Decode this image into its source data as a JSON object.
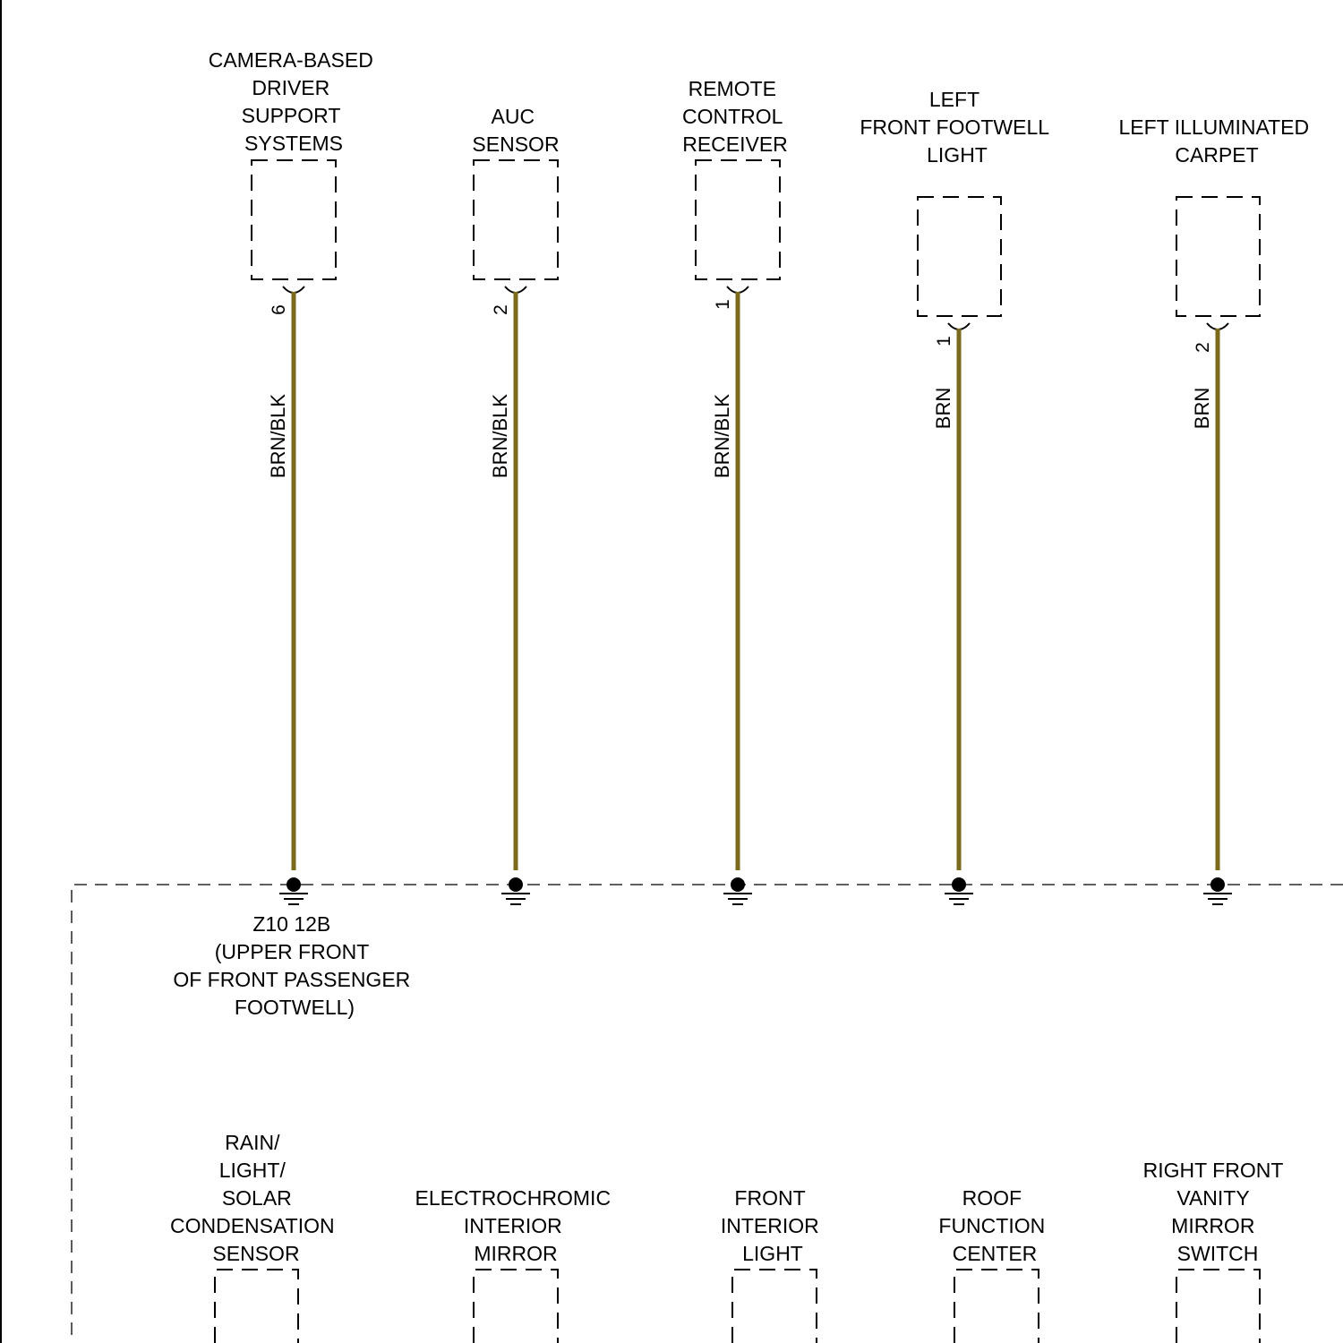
{
  "colors": {
    "wire": "#7a6a1c",
    "ink": "#000000"
  },
  "components_top": [
    {
      "id": "camera",
      "lines": [
        "CAMERA-BASED",
        "DRIVER",
        "SUPPORT",
        "SYSTEMS"
      ],
      "pin": "6",
      "wire": "BRN/BLK"
    },
    {
      "id": "auc",
      "lines": [
        "AUC",
        "SENSOR"
      ],
      "pin": "2",
      "wire": "BRN/BLK"
    },
    {
      "id": "remote",
      "lines": [
        "REMOTE",
        "CONTROL",
        "RECEIVER"
      ],
      "pin": "1",
      "wire": "BRN/BLK"
    },
    {
      "id": "footwell",
      "lines": [
        "LEFT",
        "FRONT FOOTWELL",
        "LIGHT"
      ],
      "pin": "1",
      "wire": "BRN"
    },
    {
      "id": "carpet",
      "lines": [
        "LEFT ILLUMINATED",
        "CARPET"
      ],
      "pin": "2",
      "wire": "BRN"
    }
  ],
  "ground_label": {
    "lines": [
      "Z10 12B",
      "(UPPER FRONT",
      "OF FRONT PASSENGER",
      "FOOTWELL)"
    ]
  },
  "components_bottom": [
    {
      "id": "rain",
      "lines": [
        "RAIN/",
        "LIGHT/",
        "SOLAR",
        "CONDENSATION",
        "SENSOR"
      ]
    },
    {
      "id": "mirror",
      "lines": [
        "ELECTROCHROMIC",
        "INTERIOR",
        "MIRROR"
      ]
    },
    {
      "id": "frontlight",
      "lines": [
        "FRONT",
        "INTERIOR",
        "LIGHT"
      ]
    },
    {
      "id": "roof",
      "lines": [
        "ROOF",
        "FUNCTION",
        "CENTER"
      ]
    },
    {
      "id": "vanity",
      "lines": [
        "RIGHT FRONT",
        "VANITY",
        "MIRROR",
        "SWITCH"
      ]
    }
  ]
}
